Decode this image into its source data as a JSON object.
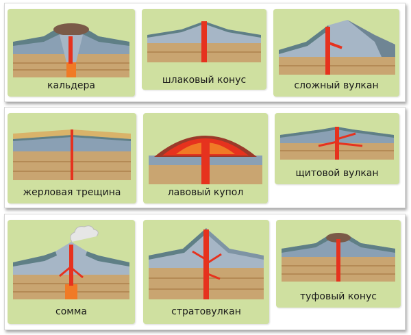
{
  "colors": {
    "card_bg": "#cfe0a0",
    "magma": "#e6321e",
    "magma_glow": "#f07a26",
    "rock_layer": "#8aa0b4",
    "soil": "#d9b36a",
    "ground": "#c9a571",
    "slope": "#5f7f86"
  },
  "rows": [
    {
      "cards": [
        {
          "label": "кальдера",
          "type": "caldera"
        },
        {
          "label": "шлаковый конус",
          "type": "cinder"
        },
        {
          "label": "сложный вулкан",
          "type": "complex"
        }
      ]
    },
    {
      "cards": [
        {
          "label": "жерловая трещина",
          "type": "fissure"
        },
        {
          "label": "лавовый купол",
          "type": "dome"
        },
        {
          "label": "щитовой вулкан",
          "type": "shield"
        }
      ]
    },
    {
      "cards": [
        {
          "label": "сомма",
          "type": "somma"
        },
        {
          "label": "стратовулкан",
          "type": "strato"
        },
        {
          "label": "туфовый конус",
          "type": "tuff"
        }
      ]
    }
  ]
}
